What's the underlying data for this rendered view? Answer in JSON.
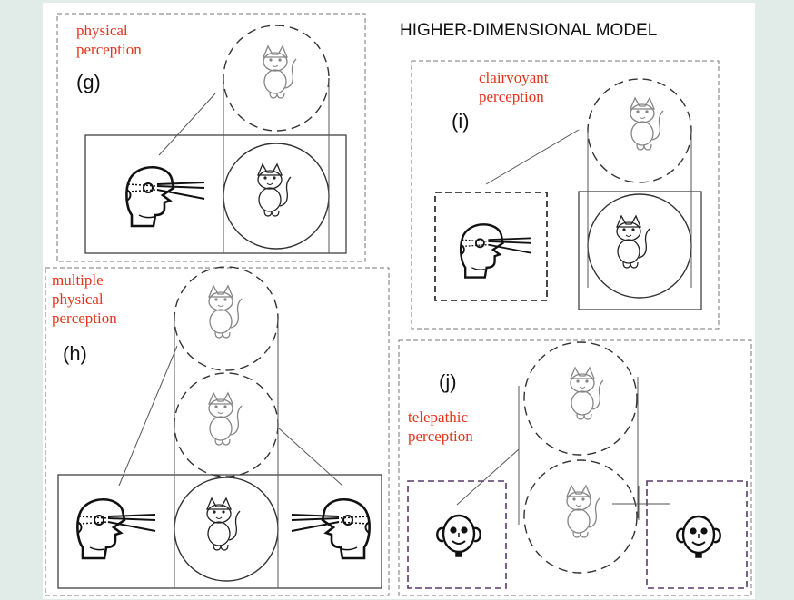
{
  "title": "HIGHER-DIMENSIONAL MODEL",
  "panels": {
    "g": {
      "letter": "(g)",
      "caption": "physical perception"
    },
    "h": {
      "letter": "(h)",
      "caption": "multiple physical perception"
    },
    "i": {
      "letter": "(i)",
      "caption": "clairvoyant perception"
    },
    "j": {
      "letter": "(j)",
      "caption": "telepathic perception"
    }
  },
  "icons": [
    "head-icon",
    "cat-icon",
    "face-icon"
  ],
  "colors": {
    "caption": "#e4341b",
    "background": "#e1ece9",
    "telepathy_box": "#5a3a6b"
  }
}
